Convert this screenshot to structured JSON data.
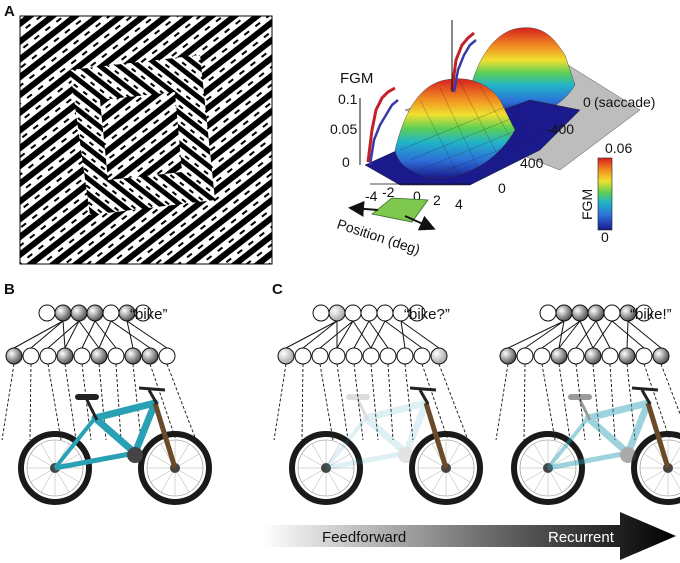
{
  "panels": {
    "a": "A",
    "b": "B",
    "c": "C"
  },
  "plot3d": {
    "fgm_axis_label": "FGM",
    "fgm_ticks": [
      "0.1",
      "0.05",
      "0"
    ],
    "time_ticks": [
      "0",
      "-400",
      "400",
      "0"
    ],
    "saccade_label": "(saccade)",
    "position_ticks": [
      "-4",
      "-2",
      "0",
      "2",
      "4"
    ],
    "position_label": "Position (deg)",
    "colorbar": {
      "label": "FGM",
      "max": "0.06",
      "min": "0",
      "colors": [
        "#1a1a8c",
        "#2c6fd8",
        "#22b3c9",
        "#5ccf55",
        "#f0e030",
        "#f08a20",
        "#d62020",
        "#8c1010"
      ]
    }
  },
  "panel_b": {
    "output_label": "“bike”"
  },
  "panel_c": {
    "left_output_label": "“bike?”",
    "right_output_label": "“bike!”"
  },
  "arrow": {
    "left_label": "Feedforward",
    "right_label": "Recurrent"
  },
  "colors": {
    "bike_frame": "#2aa0b5",
    "figure_ground_patch": "#7ec850",
    "surface_high": "#d62020",
    "surface_low": "#1a1a8c"
  }
}
